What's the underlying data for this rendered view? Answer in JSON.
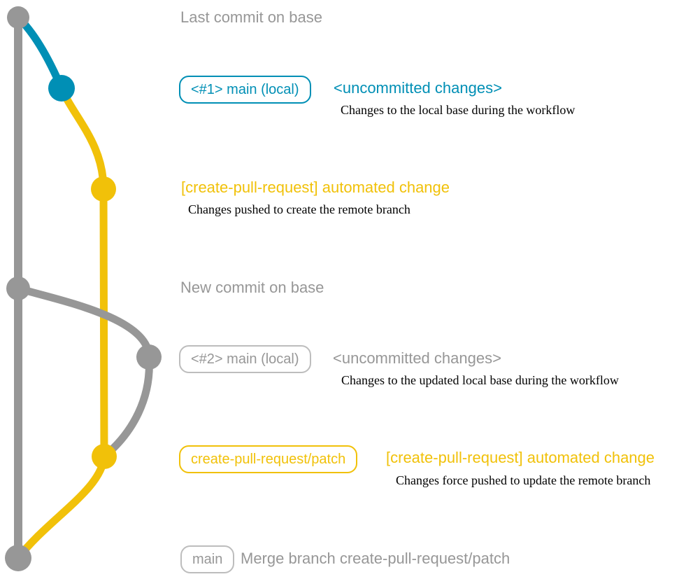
{
  "colors": {
    "gray": "#979797",
    "blue": "#008fb5",
    "yellow": "#f1c109",
    "gray_box_border": "#bdbdbd",
    "description_text": "#000000"
  },
  "diagram": {
    "last_commit": {
      "heading": "Last commit on base"
    },
    "uncommitted_1": {
      "branch_label": "<#1> main (local)",
      "status": "<uncommitted changes>",
      "description": "Changes to the local base during the workflow"
    },
    "patch_create": {
      "message": "[create-pull-request] automated change",
      "description": "Changes pushed to create the remote branch"
    },
    "new_commit": {
      "heading": "New commit on base"
    },
    "uncommitted_2": {
      "branch_label": "<#2> main (local)",
      "status": "<uncommitted changes>",
      "description": "Changes to the updated local base during the workflow"
    },
    "patch_update": {
      "branch_label": "create-pull-request/patch",
      "message": "[create-pull-request] automated change",
      "description": "Changes force pushed to update the remote branch"
    },
    "merge": {
      "branch_label": "main",
      "message": "Merge branch create-pull-request/patch"
    }
  }
}
